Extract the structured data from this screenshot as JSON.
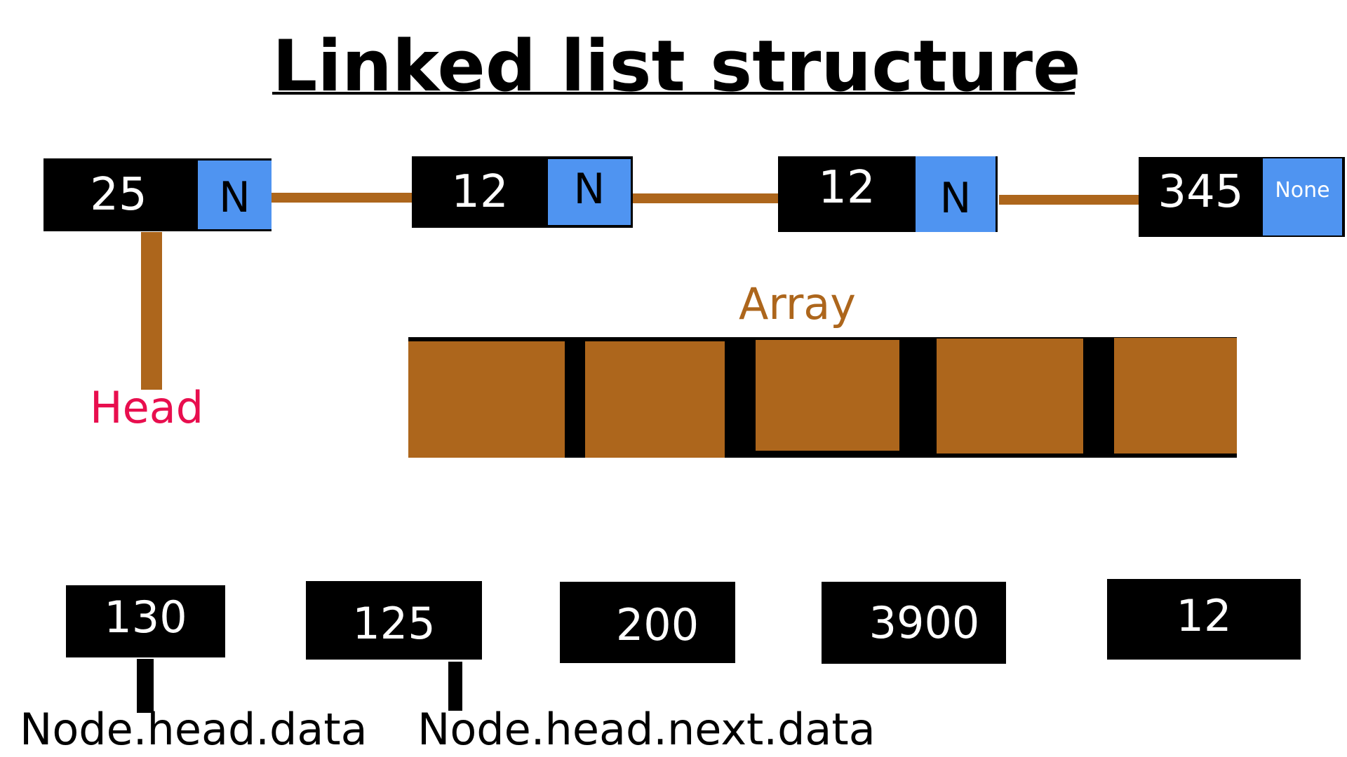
{
  "title": "Linked list structure",
  "linked_list": {
    "nodes": [
      {
        "value": "25",
        "next": "N"
      },
      {
        "value": "12",
        "next": "N"
      },
      {
        "value": "12",
        "next": "N"
      },
      {
        "value": "345",
        "next": "None"
      }
    ],
    "head_label": "Head"
  },
  "array": {
    "label": "Array",
    "cell_count": 5
  },
  "data_boxes": [
    "130",
    "125",
    "200",
    "3900",
    "12"
  ],
  "captions": {
    "head_data": "Node.head.data",
    "head_next_data": "Node.head.next.data"
  },
  "colors": {
    "link": "#ad661c",
    "next_cell": "#4f94f1",
    "head_label": "#e80e4e",
    "array": "#ad661c"
  }
}
